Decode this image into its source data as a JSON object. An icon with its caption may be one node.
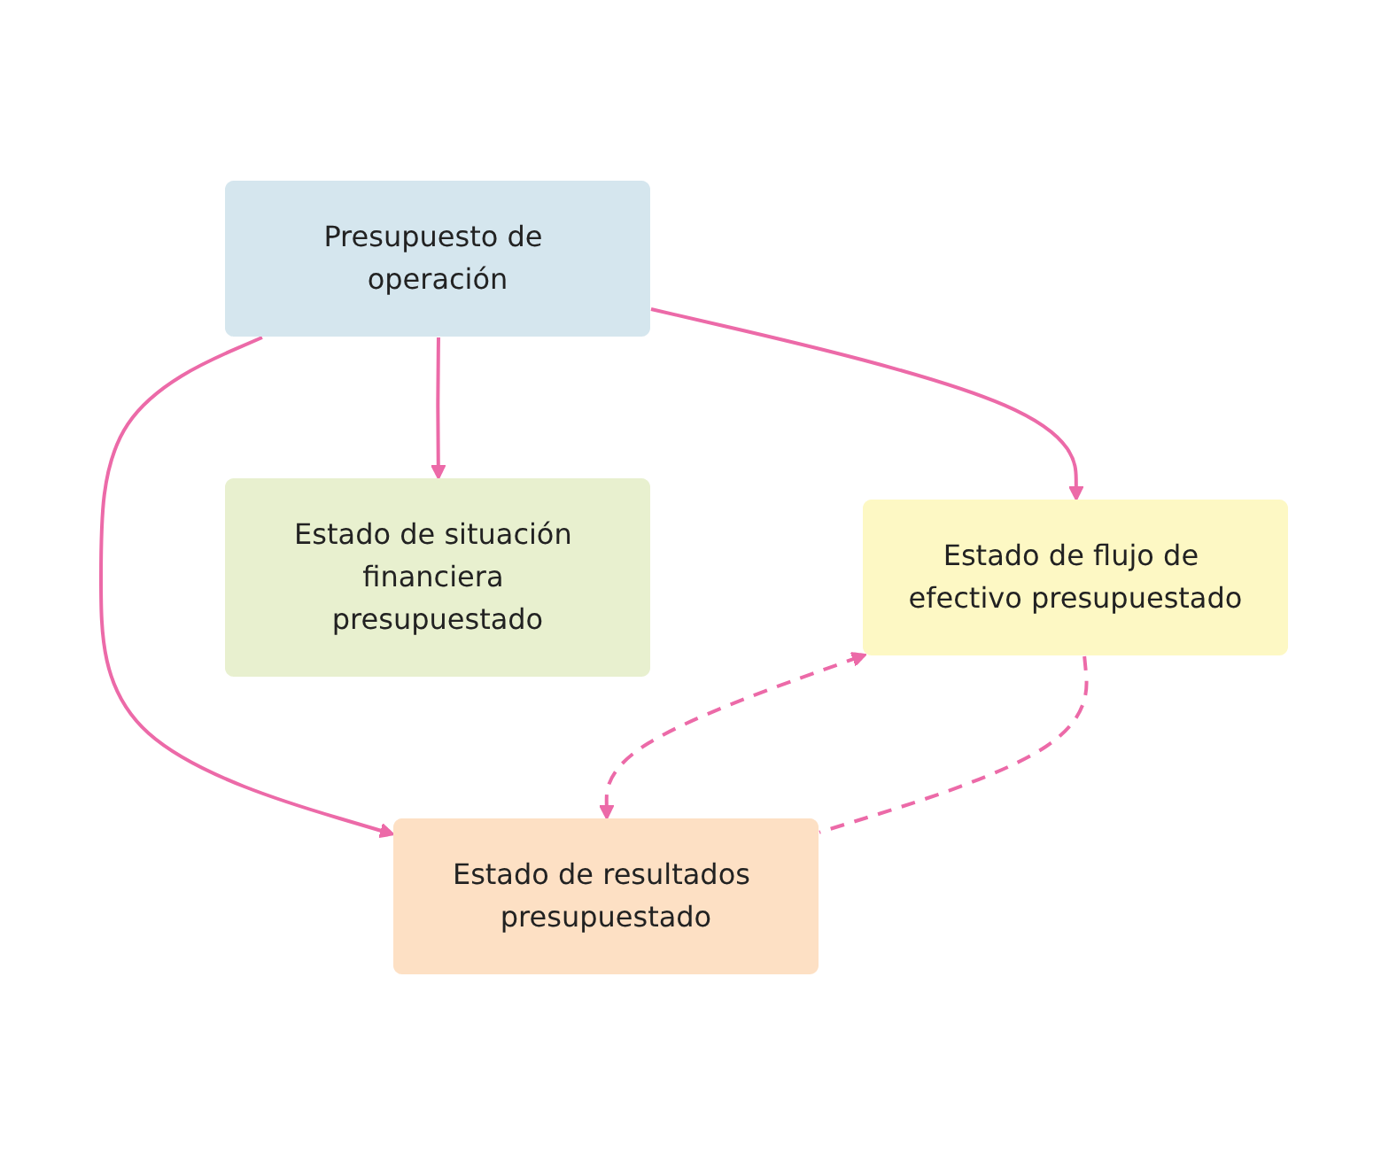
{
  "diagram": {
    "nodes": [
      {
        "text": [
          "Presupuesto de operación"
        ]
      },
      {
        "text": [
          "Estado de flujo de efectivo presupuestado"
        ]
      },
      {
        "text": [
          "Estado de resultados presupuestado"
        ]
      },
      {
        "text": [
          "Estado de situación financiera presupuestado"
        ]
      }
    ],
    "edges": [
      {
        "from": 0,
        "to": 1,
        "arrow": "to"
      },
      {
        "from": 0,
        "to": 2,
        "arrow": "to"
      },
      {
        "from": 0,
        "to": 3,
        "arrow": "to"
      },
      {
        "from": 1,
        "to": 2,
        "arrow": "both",
        "style": "dashed"
      },
      {
        "from": 1,
        "to": 2,
        "arrow": "none",
        "style": "dashed"
      }
    ]
  }
}
